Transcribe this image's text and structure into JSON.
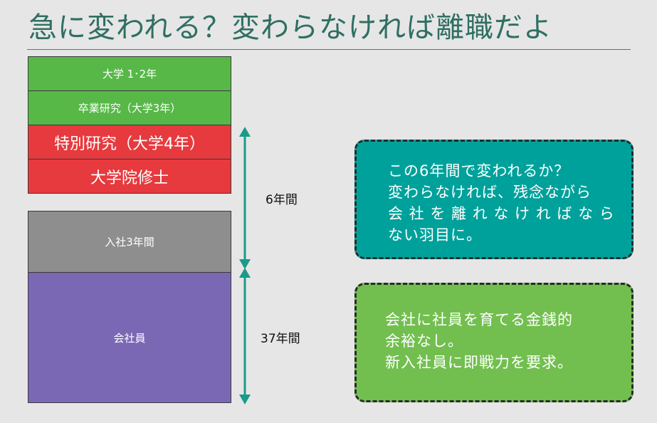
{
  "title": "急に変われる？変わらなければ離職だよ",
  "blocks": [
    {
      "label": "大学 1･2年",
      "color": "#57b848"
    },
    {
      "label": "卒業研究（大学3年）",
      "color": "#57b848"
    },
    {
      "label": "特別研究（大学4年）",
      "color": "#e63a3e"
    },
    {
      "label": "大学院修士",
      "color": "#e63a3e"
    },
    {
      "label": "入社3年間",
      "color": "#8e8e8e"
    },
    {
      "label": "会社員",
      "color": "#7b68b4"
    }
  ],
  "durations": {
    "six_years": "6年間",
    "thirty_seven_years": "37年間"
  },
  "notes": {
    "teal": {
      "color": "#00a19b",
      "lines": [
        "この6年間で変われるか？",
        "変わらなければ、残念ながら",
        "会 社 を 離 れ な け れ ば な ら",
        "ない羽目に。"
      ]
    },
    "green": {
      "color": "#72bf4f",
      "lines": [
        "会社に社員を育てる金銭的",
        "余裕なし。",
        "新入社員に即戦力を要求。"
      ]
    }
  },
  "arrow_color": "#1a9a8a"
}
